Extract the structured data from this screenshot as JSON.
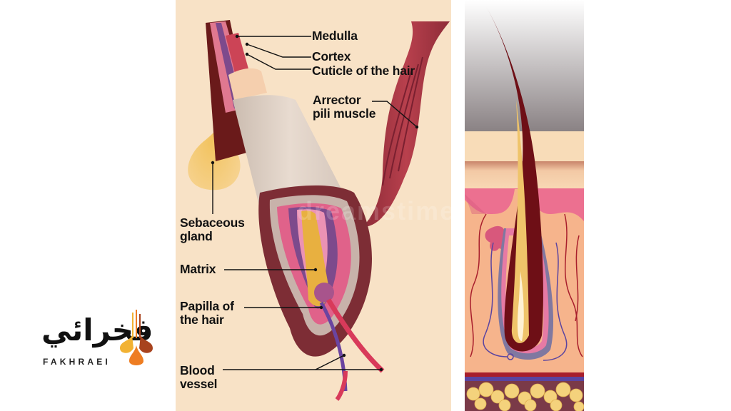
{
  "logo": {
    "arabic_text": "فخرائي",
    "latin_text": "FAKHRAEI",
    "colors": {
      "yellow": "#f2b233",
      "brown": "#a8431e",
      "orange": "#ee7d22"
    }
  },
  "diagram_left": {
    "background": "#f8e2c6",
    "watermark": "dreamstime",
    "labels": [
      {
        "id": "medulla",
        "text": "Medulla"
      },
      {
        "id": "cortex",
        "text": "Cortex"
      },
      {
        "id": "cuticle",
        "text": "Cuticle of the hair"
      },
      {
        "id": "arrector",
        "text": "Arrector\npili muscle"
      },
      {
        "id": "sebaceous",
        "text": "Sebaceous\ngland"
      },
      {
        "id": "matrix",
        "text": "Matrix"
      },
      {
        "id": "papilla",
        "text": "Papilla of\nthe hair"
      },
      {
        "id": "blood",
        "text": "Blood\nvessel"
      }
    ]
  },
  "diagram_right": {
    "description": "Cross-section of skin with hair follicle",
    "layers": [
      "air",
      "epidermis",
      "dermis",
      "subcutaneous fat"
    ]
  }
}
